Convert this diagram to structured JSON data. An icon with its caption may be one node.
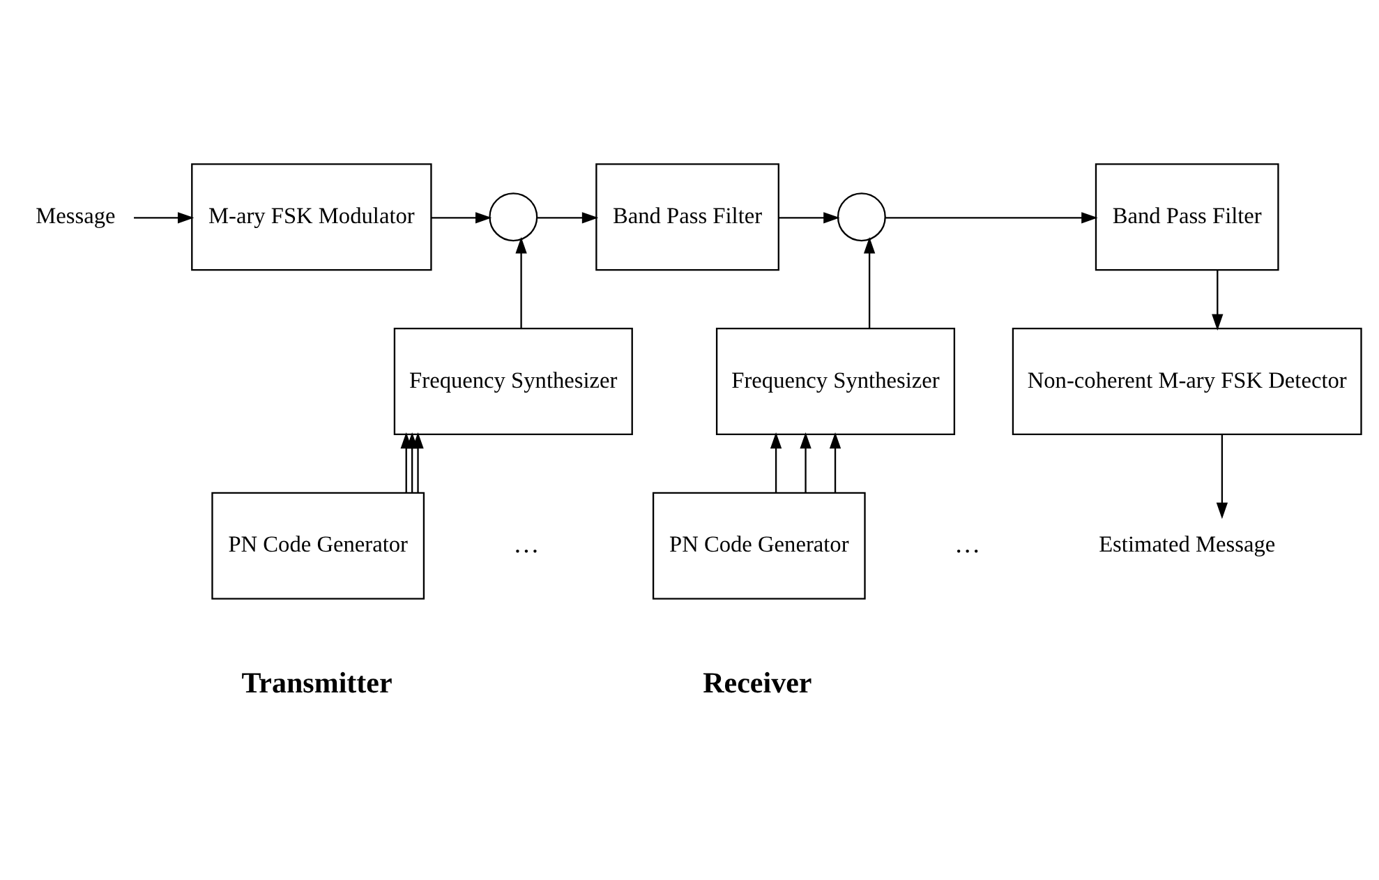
{
  "diagram": {
    "nodes": [
      {
        "text": [
          "Message"
        ]
      },
      {
        "text": [
          "M-ary FSK Modulator"
        ]
      },
      {
        "text": [],
        "shape": "circle"
      },
      {
        "text": [
          "Band Pass Filter"
        ]
      },
      {
        "text": [
          "Frequency Synthesizer"
        ]
      },
      {
        "text": [
          "PN Code Generator"
        ]
      },
      {
        "text": [],
        "shape": "circle"
      },
      {
        "text": [
          "Frequency Synthesizer"
        ]
      },
      {
        "text": [
          "PN Code Generator"
        ]
      },
      {
        "text": [
          "Band Pass Filter"
        ]
      },
      {
        "text": [
          "Non-coherent M-ary FSK Detector"
        ]
      },
      {
        "text": [
          "Estimated Message"
        ]
      }
    ],
    "edges": [
      {
        "from": 0,
        "to": 1,
        "arrow": "to"
      },
      {
        "from": 1,
        "to": 2,
        "arrow": "to"
      },
      {
        "from": 2,
        "to": 3,
        "arrow": "to"
      },
      {
        "from": 4,
        "to": 2,
        "arrow": "to"
      },
      {
        "from": 5,
        "to": 4,
        "arrow": "to"
      },
      {
        "from": 5,
        "to": 4,
        "arrow": "to"
      },
      {
        "from": 5,
        "to": 4,
        "arrow": "to"
      },
      {
        "from": 3,
        "to": 6,
        "arrow": "to"
      },
      {
        "from": 7,
        "to": 6,
        "arrow": "to"
      },
      {
        "from": 8,
        "to": 7,
        "arrow": "to"
      },
      {
        "from": 8,
        "to": 7,
        "arrow": "to"
      },
      {
        "from": 8,
        "to": 7,
        "arrow": "to"
      },
      {
        "from": 6,
        "to": 9,
        "arrow": "to"
      },
      {
        "from": 9,
        "to": 10,
        "arrow": "to"
      },
      {
        "from": 10,
        "to": 11,
        "arrow": "to"
      }
    ],
    "labels": [
      "…",
      "…",
      "Transmitter",
      "Receiver"
    ]
  }
}
